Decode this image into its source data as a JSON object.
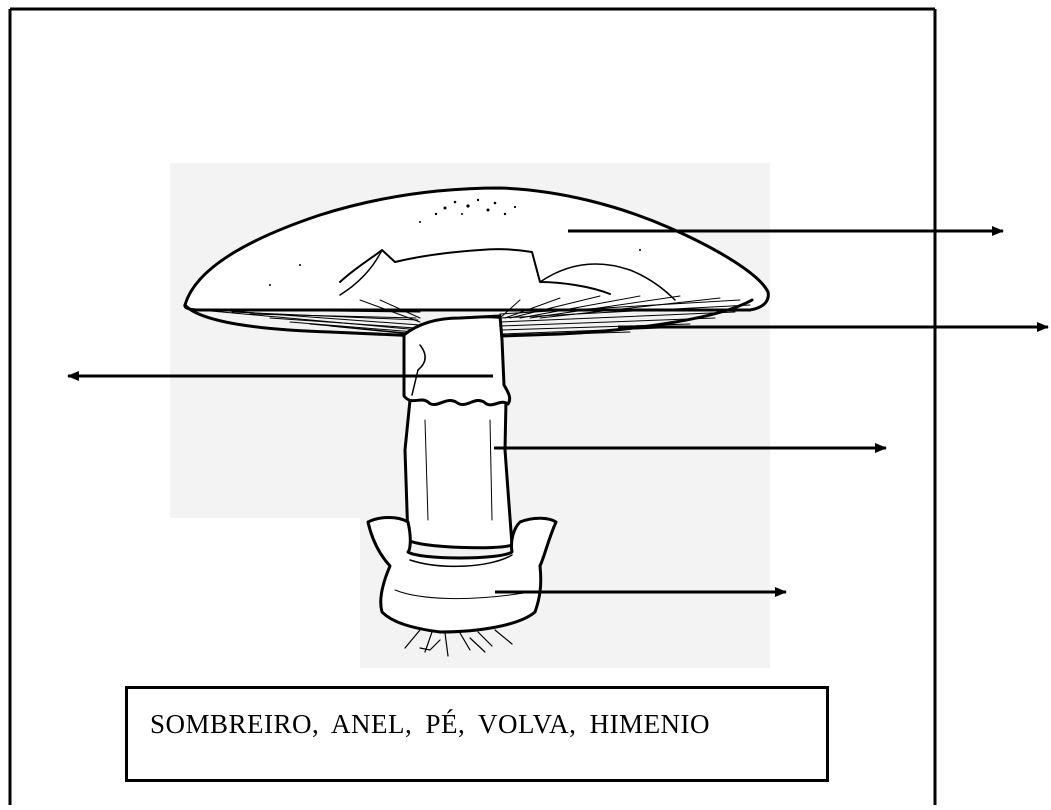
{
  "word_bank": {
    "text": "SOMBREIRO,  ANEL,  PÉ,  VOLVA,  HIMENIO"
  },
  "arrows": [
    {
      "id": "arrow-cap",
      "direction": "right"
    },
    {
      "id": "arrow-gills",
      "direction": "right"
    },
    {
      "id": "arrow-ring",
      "direction": "left"
    },
    {
      "id": "arrow-stem",
      "direction": "right"
    },
    {
      "id": "arrow-volva",
      "direction": "right"
    }
  ],
  "colors": {
    "line": "#000000",
    "background_patch": "#f3f3f3"
  }
}
